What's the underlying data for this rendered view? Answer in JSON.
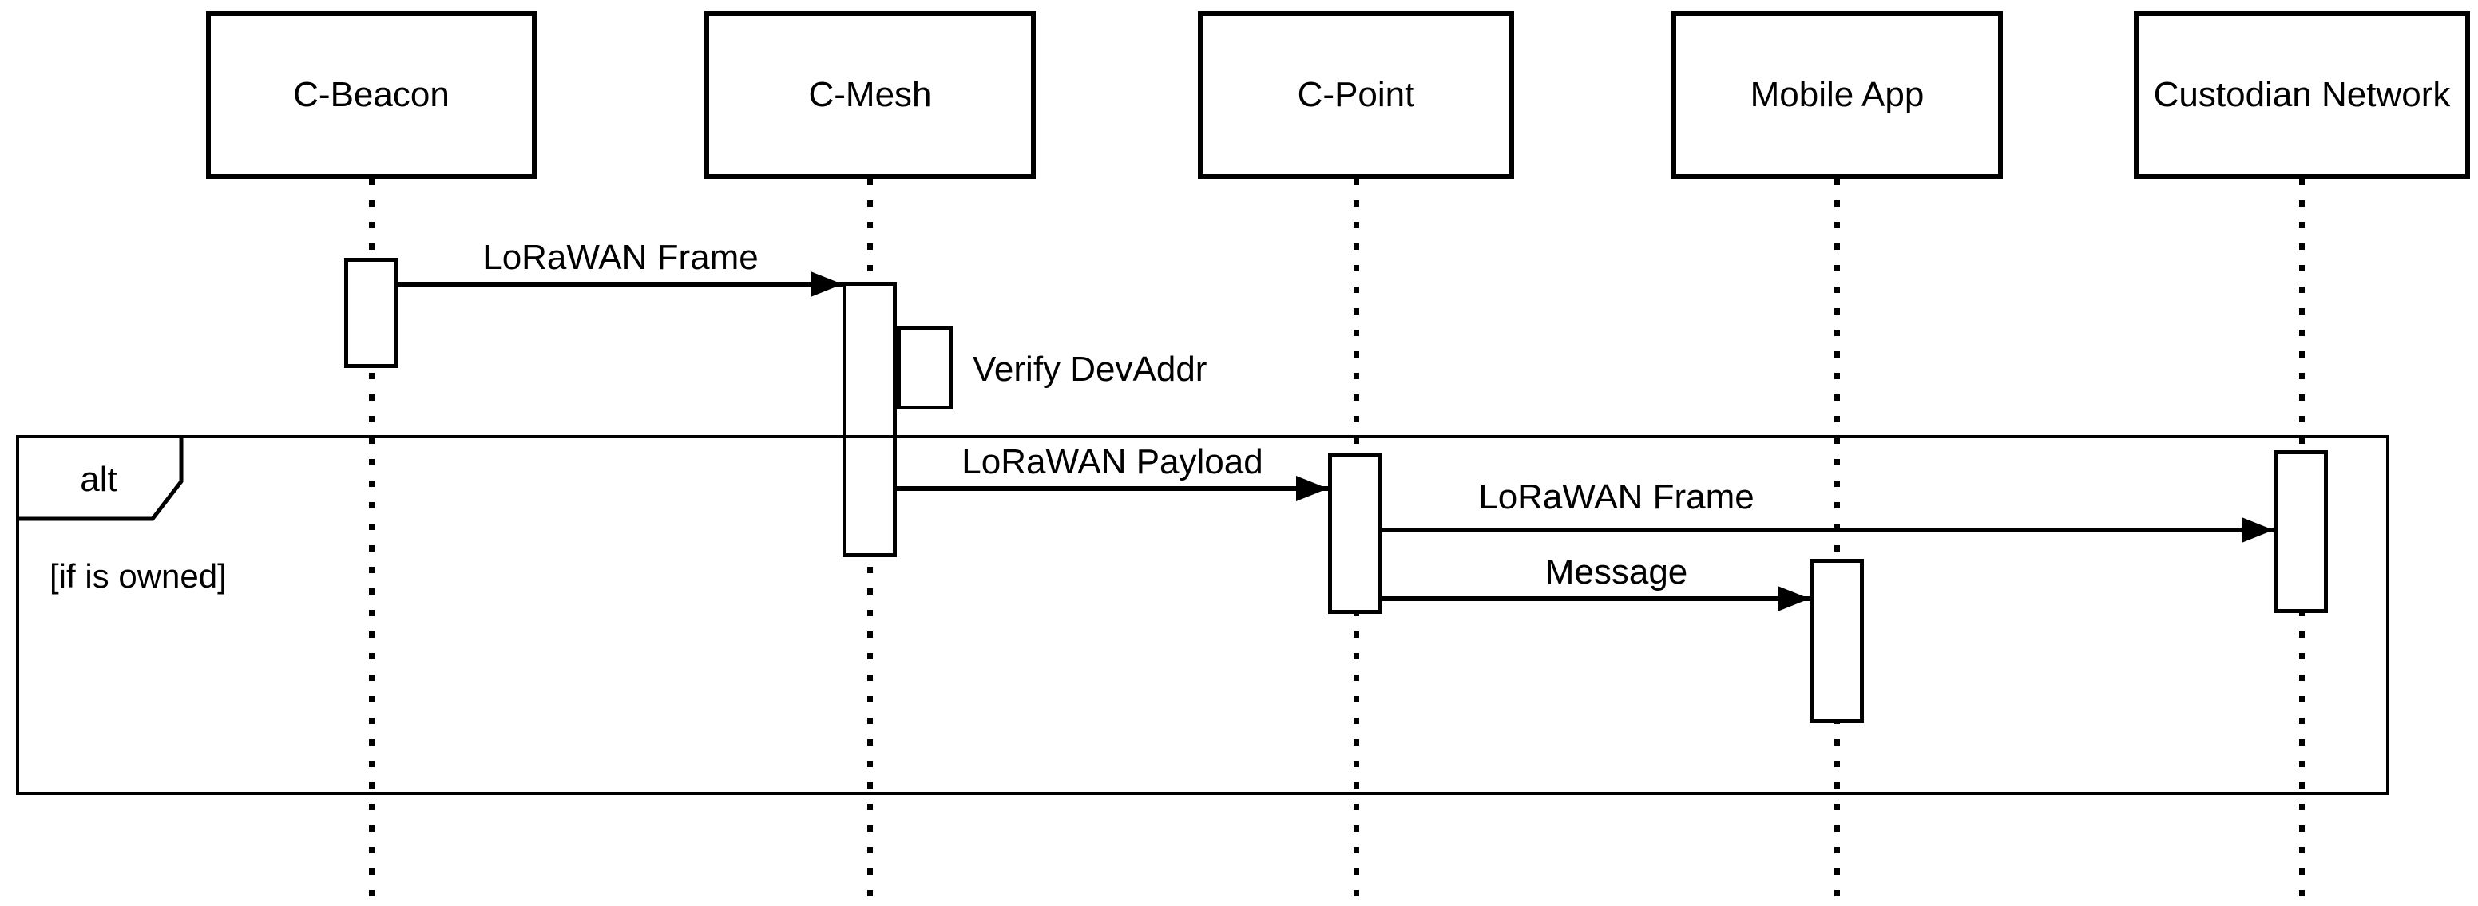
{
  "diagram": {
    "type": "uml-sequence-diagram",
    "colors": {
      "stroke": "#000000",
      "background": "#ffffff"
    },
    "participants": [
      {
        "name": "C-Beacon"
      },
      {
        "name": "C-Mesh"
      },
      {
        "name": "C-Point"
      },
      {
        "name": "Mobile App"
      },
      {
        "name": "Custodian Network"
      }
    ],
    "fragment": {
      "operator": "alt",
      "guard": "[if is owned]"
    },
    "messages": [
      {
        "from": "C-Beacon",
        "to": "C-Mesh",
        "label": "LoRaWAN Frame",
        "kind": "arrow"
      },
      {
        "from": "C-Mesh",
        "to": "C-Mesh",
        "label": "Verify DevAddr",
        "kind": "self-operation"
      },
      {
        "from": "C-Mesh",
        "to": "C-Point",
        "label": "LoRaWAN Payload",
        "kind": "arrow"
      },
      {
        "from": "C-Point",
        "to": "Custodian Network",
        "label": "LoRaWAN Frame",
        "kind": "arrow"
      },
      {
        "from": "C-Point",
        "to": "Mobile App",
        "label": "Message",
        "kind": "arrow"
      }
    ]
  }
}
